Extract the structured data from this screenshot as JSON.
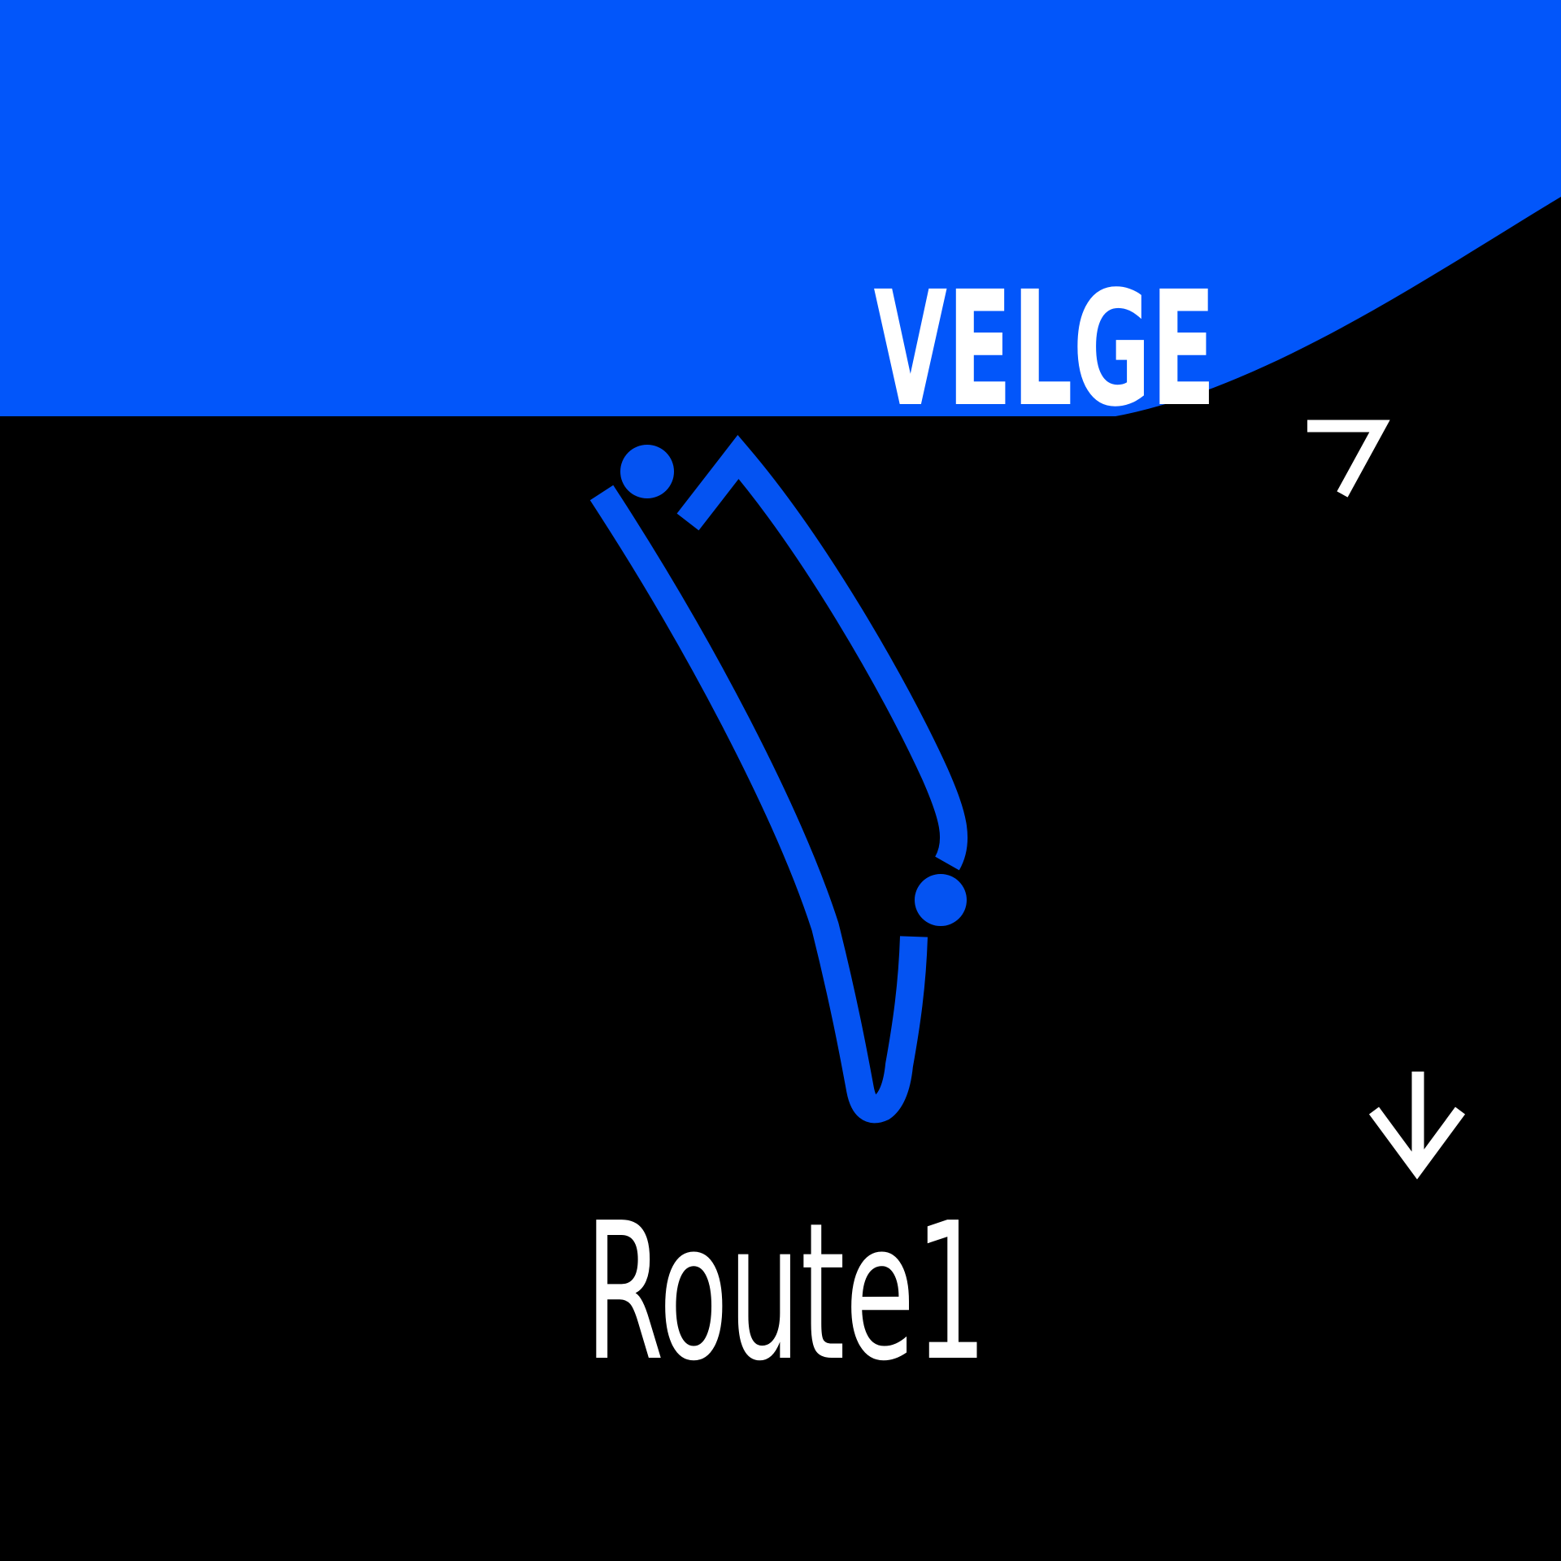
{
  "header": {
    "label": "VELGE"
  },
  "route": {
    "name": "Route1"
  },
  "icons": {
    "select_hint_icon": "chevron-up-right",
    "scroll_down_icon": "arrow-down"
  },
  "colors": {
    "background": "#000000",
    "header-blue": "#0256fa",
    "route-blue": "#0453f2",
    "text-white": "#ffffff"
  }
}
